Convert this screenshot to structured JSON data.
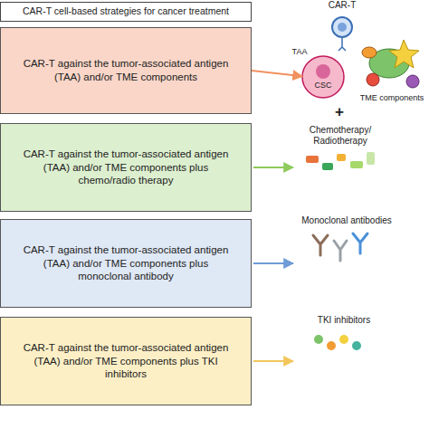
{
  "diagram": {
    "nodes": [
      {
        "text": [
          "CAR-T cell-based strategies for cancer treatment"
        ]
      },
      {
        "text": [
          "CAR-T against the tumor-associated antigen (TAA) and/or TME components"
        ]
      },
      {
        "text": [
          "CAR-T against the tumor-associated antigen (TAA) and/or TME components plus chemo/radio therapy"
        ]
      },
      {
        "text": [
          "CAR-T against the tumor-associated antigen (TAA) and/or TME components plus monoclonal antibody"
        ]
      },
      {
        "text": [
          "CAR-T against the tumor-associated antigen (TAA) and/or TME components plus TKI inhibitors"
        ]
      },
      {
        "text": [
          "CSC"
        ]
      }
    ],
    "edges": [
      {
        "from": 1,
        "to": 5,
        "arrow": "to"
      }
    ],
    "labels": [
      "CAR-T",
      "TAA",
      "TME components",
      "+",
      "Chemotherapy/ Radiotherapy",
      "Monoclonal antibodies",
      "TKI inhibitors"
    ]
  }
}
